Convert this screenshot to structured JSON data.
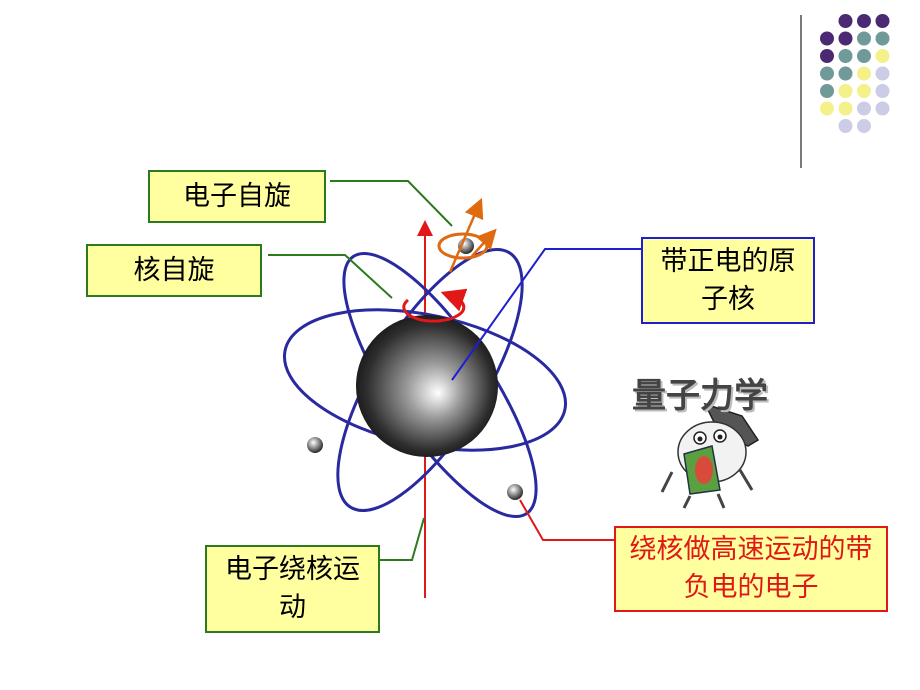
{
  "labels": {
    "electron_spin": "电子自旋",
    "nuclear_spin": "核自旋",
    "positive_nucleus": "带正电的原子核",
    "orbital_motion": "电子绕核运动",
    "negative_electron": "绕核做高速运动的带负电的电子"
  },
  "decoration": {
    "title": "量子力学"
  },
  "colors": {
    "label_fill": "#ffffa0",
    "green_border": "#2c7a1e",
    "blue_border": "#1f1fd0",
    "red": "#e01818",
    "orbit": "#2a2aa0",
    "spin_arrow": "#e06a10",
    "dot_purple": "#4b2a73",
    "dot_teal": "#6f9a98",
    "dot_yellow": "#f4f08a",
    "dot_lavender": "#cccce6"
  }
}
